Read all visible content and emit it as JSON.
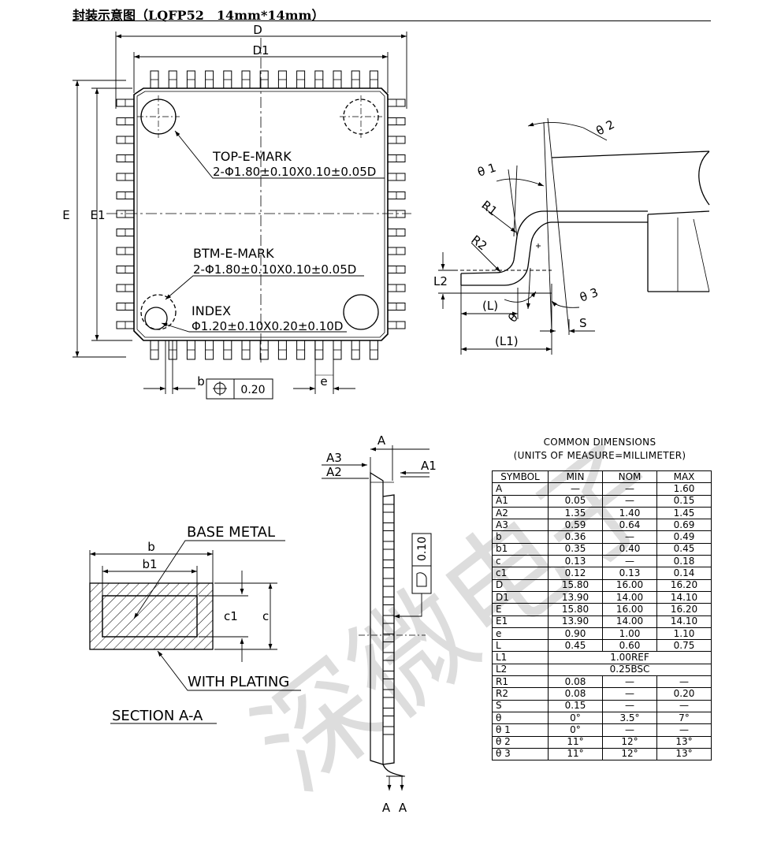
{
  "title": "封装示意图（LQFP52　14mm*14mm）",
  "top_view": {
    "dim_D": "D",
    "dim_D1": "D1",
    "dim_E": "E",
    "dim_E1": "E1",
    "top_mark_label": "TOP-E-MARK",
    "top_mark_spec": "2-Φ1.80±0.10X0.10±0.05D",
    "btm_mark_label": "BTM-E-MARK",
    "btm_mark_spec": "2-Φ1.80±0.10X0.10±0.05D",
    "index_label": "INDEX",
    "index_spec": "Φ1.20±0.10X0.20±0.10D",
    "dim_b": "b",
    "dim_e": "e",
    "tolerance_value": "0.20"
  },
  "lead_view": {
    "theta1": "θ 1",
    "theta2": "θ 2",
    "theta3": "θ 3",
    "theta": "θ",
    "R1": "R1",
    "R2": "R2",
    "L": "(L)",
    "L1": "(L1)",
    "L2": "L2",
    "S": "S"
  },
  "section_view": {
    "base_metal": "BASE METAL",
    "with_plating": "WITH PLATING",
    "section": "SECTION A-A",
    "dim_b": "b",
    "dim_b1": "b1",
    "dim_c": "c",
    "dim_c1": "c1"
  },
  "side_view": {
    "A": "A",
    "A1": "A1",
    "A2": "A2",
    "A3": "A3",
    "coplanarity": "0.10",
    "section_mark_left": "A",
    "section_mark_right": "A"
  },
  "table": {
    "title_line1": "COMMON DIMENSIONS",
    "title_line2": "(UNITS OF MEASURE=MILLIMETER)",
    "headers": [
      "SYMBOL",
      "MIN",
      "NOM",
      "MAX"
    ],
    "rows": [
      [
        "A",
        "—",
        "—",
        "1.60"
      ],
      [
        "A1",
        "0.05",
        "—",
        "0.15"
      ],
      [
        "A2",
        "1.35",
        "1.40",
        "1.45"
      ],
      [
        "A3",
        "0.59",
        "0.64",
        "0.69"
      ],
      [
        "b",
        "0.36",
        "—",
        "0.49"
      ],
      [
        "b1",
        "0.35",
        "0.40",
        "0.45"
      ],
      [
        "c",
        "0.13",
        "—",
        "0.18"
      ],
      [
        "c1",
        "0.12",
        "0.13",
        "0.14"
      ],
      [
        "D",
        "15.80",
        "16.00",
        "16.20"
      ],
      [
        "D1",
        "13.90",
        "14.00",
        "14.10"
      ],
      [
        "E",
        "15.80",
        "16.00",
        "16.20"
      ],
      [
        "E1",
        "13.90",
        "14.00",
        "14.10"
      ],
      [
        "e",
        "0.90",
        "1.00",
        "1.10"
      ],
      [
        "L",
        "0.45",
        "0.60",
        "0.75"
      ],
      [
        "L1",
        "1.00REF"
      ],
      [
        "L2",
        "0.25BSC"
      ],
      [
        "R1",
        "0.08",
        "—",
        "—"
      ],
      [
        "R2",
        "0.08",
        "—",
        "0.20"
      ],
      [
        "S",
        "0.15",
        "—",
        "—"
      ],
      [
        "θ",
        "0°",
        "3.5°",
        "7°"
      ],
      [
        "θ 1",
        "0°",
        "—",
        "—"
      ],
      [
        "θ 2",
        "11°",
        "12°",
        "13°"
      ],
      [
        "θ 3",
        "11°",
        "12°",
        "13°"
      ]
    ]
  },
  "watermark": "深微电子"
}
